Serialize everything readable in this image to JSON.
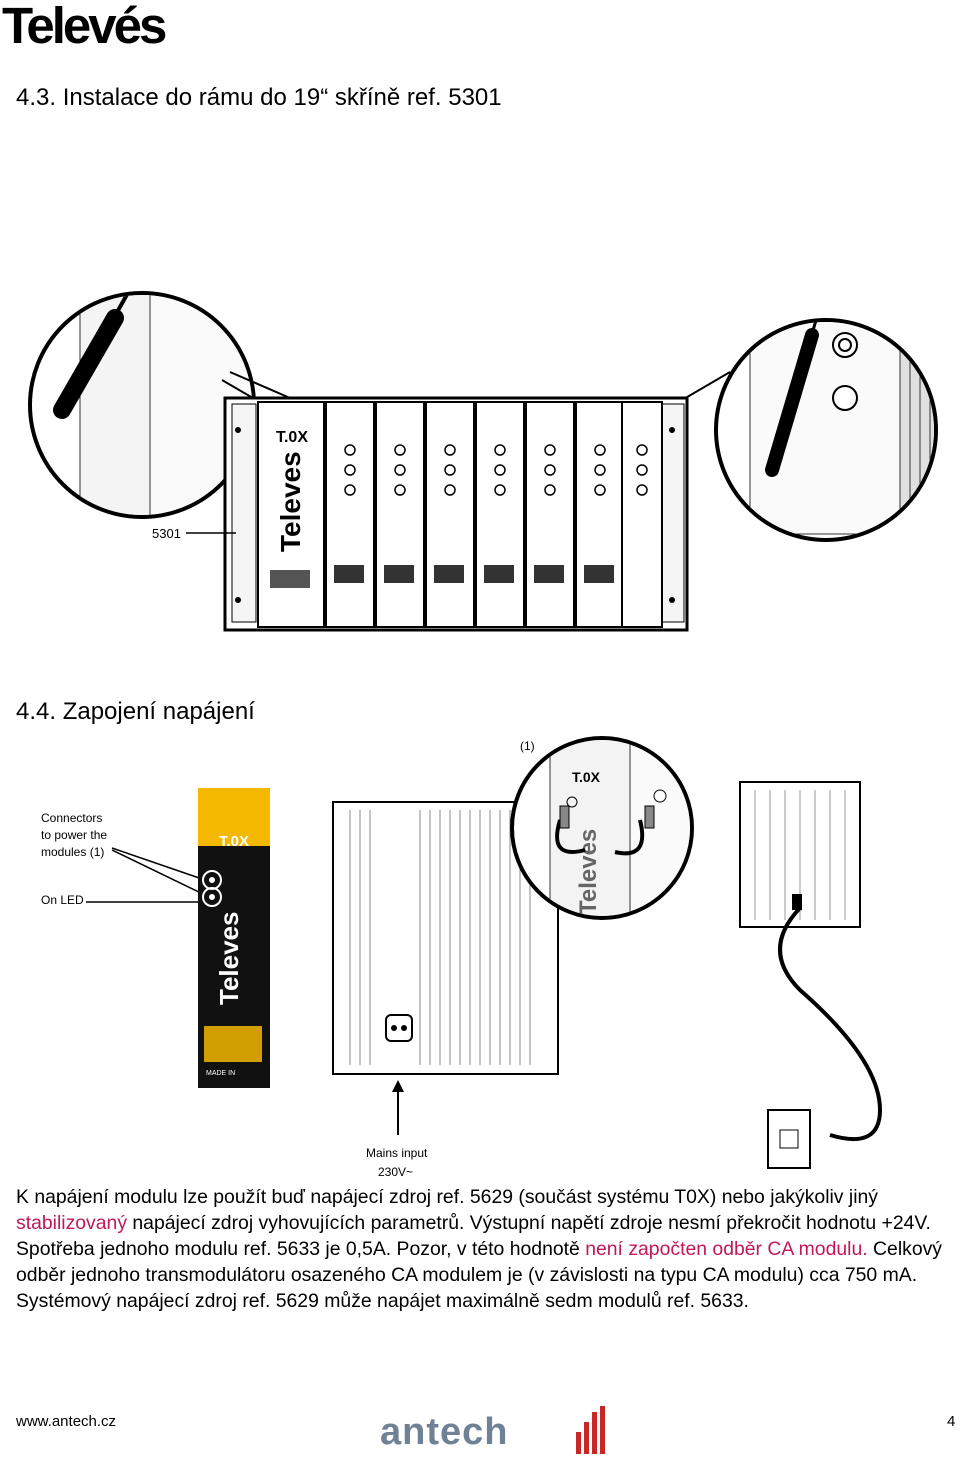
{
  "header": {
    "brand_logo": "Televés"
  },
  "section_43": {
    "title": "4.3. Instalace do rámu do 19“ skříně ref. 5301",
    "figure": {
      "rack_ref_label": "5301",
      "module_brand": "T.0X",
      "rack_brand": "Televes"
    }
  },
  "section_44": {
    "title": "4.4. Zapojení napájení",
    "figure": {
      "connectors_label": "Connectors to power the modules (1)",
      "connectors_line1": "Connectors",
      "connectors_line2": "to power the",
      "connectors_line3": "modules (1)",
      "on_led_label": "On LED",
      "callout_1": "(1)",
      "mains_label": "Mains input",
      "mains_voltage": "230V~",
      "module_brand": "T.0X",
      "module_vertical_brand": "Televes",
      "made_in": "MADE IN"
    }
  },
  "body_text": {
    "p1_a": "K napájení modulu lze použít buď napájecí zdroj ref. 5629 (součást systému T0X) nebo jakýkoliv jiný ",
    "p1_red1": "stabilizovaný",
    "p1_b": " napájecí zdroj vyhovujících parametrů. Výstupní napětí zdroje nesmí překročit hodnotu +24V. Spotřeba jednoho modulu ref. 5633 je 0,5A. Pozor, v této hodnotě ",
    "p1_red2": "není započten odběr CA modulu.",
    "p1_c": " Celkový odběr jednoho transmodulátoru osazeného CA modulem je (v závislosti na typu CA modulu) cca 750 mA.",
    "p2": "Systémový napájecí zdroj ref. 5629 může napájet maximálně sedm modulů ref. 5633."
  },
  "footer": {
    "url": "www.antech.cz",
    "logo_text": "antech",
    "page_number": "4"
  },
  "colors": {
    "accent_red": "#c2185b",
    "logo_blue": "#6f8195",
    "logo_red": "#c62828",
    "module_yellow": "#f5b800"
  }
}
